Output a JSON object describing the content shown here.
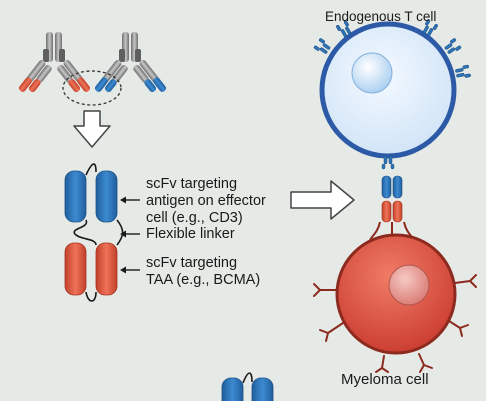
{
  "diagram": {
    "t_cell_label": "Endogenous T cell",
    "myeloma_label": "Myeloma cell",
    "scfv_effector": {
      "line1": "scFv targeting",
      "line2": "antigen on effector",
      "line3": "cell (e.g., CD3)"
    },
    "linker_label": "Flexible linker",
    "scfv_taa": {
      "line1": "scFv targeting",
      "line2": "TAA (e.g., BCMA)"
    },
    "colors": {
      "background": "#e6eae6",
      "blue_domain": "#2e74b5",
      "red_domain": "#d9553e",
      "t_cell_fill": "#dbeafa",
      "t_cell_border": "#2d5aa6",
      "myeloma_fill": "#d84b3f",
      "grey_chain": "#8a8a8a"
    }
  }
}
